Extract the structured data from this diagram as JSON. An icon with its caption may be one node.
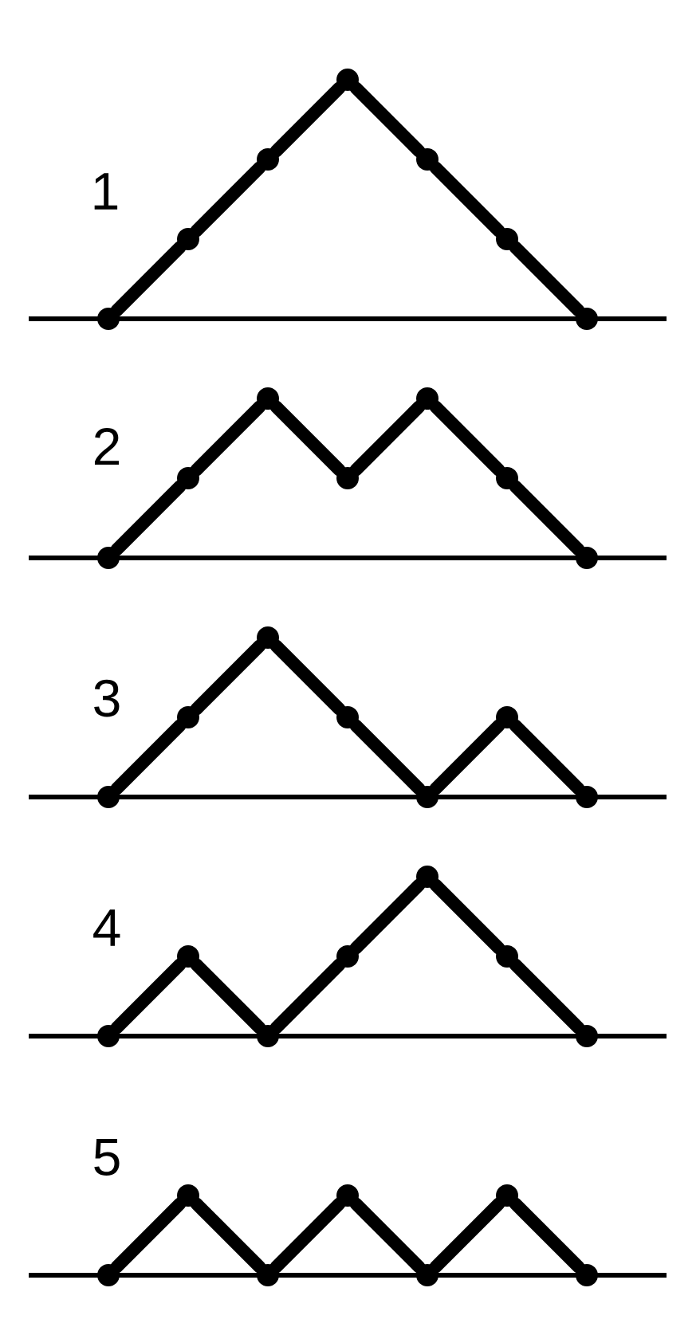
{
  "diagram": {
    "nodes": [
      {
        "text": [],
        "shape": "circle"
      },
      {
        "text": [],
        "shape": "circle"
      },
      {
        "text": [],
        "shape": "circle"
      },
      {
        "text": [],
        "shape": "circle"
      },
      {
        "text": [],
        "shape": "circle"
      },
      {
        "text": [],
        "shape": "circle"
      },
      {
        "text": [],
        "shape": "circle"
      },
      {
        "text": [],
        "shape": "circle"
      },
      {
        "text": [],
        "shape": "circle"
      },
      {
        "text": [],
        "shape": "circle"
      },
      {
        "text": [],
        "shape": "circle"
      },
      {
        "text": [],
        "shape": "circle"
      },
      {
        "text": [],
        "shape": "circle"
      },
      {
        "text": [],
        "shape": "circle"
      },
      {
        "text": [],
        "shape": "circle"
      },
      {
        "text": [],
        "shape": "circle"
      },
      {
        "text": [],
        "shape": "circle"
      },
      {
        "text": [],
        "shape": "circle"
      },
      {
        "text": [],
        "shape": "circle"
      },
      {
        "text": [],
        "shape": "circle"
      },
      {
        "text": [],
        "shape": "circle"
      },
      {
        "text": [],
        "shape": "circle"
      },
      {
        "text": [],
        "shape": "circle"
      },
      {
        "text": [],
        "shape": "circle"
      },
      {
        "text": [],
        "shape": "circle"
      },
      {
        "text": [],
        "shape": "circle"
      },
      {
        "text": [],
        "shape": "circle"
      },
      {
        "text": [],
        "shape": "circle"
      },
      {
        "text": [],
        "shape": "circle"
      },
      {
        "text": [],
        "shape": "circle"
      },
      {
        "text": [],
        "shape": "circle"
      },
      {
        "text": [],
        "shape": "circle"
      },
      {
        "text": [],
        "shape": "circle"
      },
      {
        "text": [],
        "shape": "circle"
      },
      {
        "text": [],
        "shape": "circle"
      }
    ],
    "edges": [
      {
        "from": 0,
        "to": 1,
        "arrow": "none"
      },
      {
        "from": 1,
        "to": 2,
        "arrow": "none"
      },
      {
        "from": 2,
        "to": 3,
        "arrow": "none"
      },
      {
        "from": 3,
        "to": 4,
        "arrow": "none"
      },
      {
        "from": 4,
        "to": 5,
        "arrow": "none"
      },
      {
        "from": 5,
        "to": 6,
        "arrow": "none"
      },
      {
        "from": 7,
        "to": 8,
        "arrow": "none"
      },
      {
        "from": 8,
        "to": 9,
        "arrow": "none"
      },
      {
        "from": 9,
        "to": 10,
        "arrow": "none"
      },
      {
        "from": 10,
        "to": 11,
        "arrow": "none"
      },
      {
        "from": 11,
        "to": 12,
        "arrow": "none"
      },
      {
        "from": 12,
        "to": 13,
        "arrow": "none"
      },
      {
        "from": 14,
        "to": 15,
        "arrow": "none"
      },
      {
        "from": 15,
        "to": 16,
        "arrow": "none"
      },
      {
        "from": 16,
        "to": 17,
        "arrow": "none"
      },
      {
        "from": 17,
        "to": 18,
        "arrow": "none"
      },
      {
        "from": 18,
        "to": 19,
        "arrow": "none"
      },
      {
        "from": 19,
        "to": 20,
        "arrow": "none"
      },
      {
        "from": 21,
        "to": 22,
        "arrow": "none"
      },
      {
        "from": 22,
        "to": 23,
        "arrow": "none"
      },
      {
        "from": 23,
        "to": 24,
        "arrow": "none"
      },
      {
        "from": 24,
        "to": 25,
        "arrow": "none"
      },
      {
        "from": 25,
        "to": 26,
        "arrow": "none"
      },
      {
        "from": 26,
        "to": 27,
        "arrow": "none"
      },
      {
        "from": 28,
        "to": 29,
        "arrow": "none"
      },
      {
        "from": 29,
        "to": 30,
        "arrow": "none"
      },
      {
        "from": 30,
        "to": 31,
        "arrow": "none"
      },
      {
        "from": 31,
        "to": 32,
        "arrow": "none"
      },
      {
        "from": 32,
        "to": 33,
        "arrow": "none"
      },
      {
        "from": 33,
        "to": 34,
        "arrow": "none"
      }
    ],
    "labels": [
      "1",
      "2",
      "3",
      "4",
      "5"
    ]
  }
}
